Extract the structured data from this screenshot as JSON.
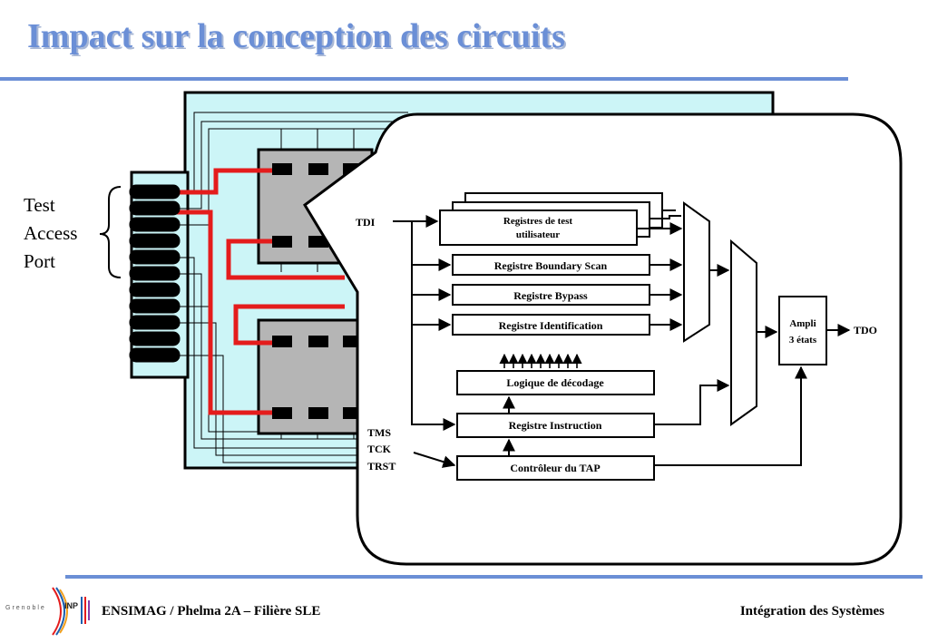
{
  "slide": {
    "title": "Impact sur la conception des circuits",
    "port_label": [
      "Test",
      "Access",
      "Port"
    ]
  },
  "diagram": {
    "inputs": {
      "tdi": "TDI",
      "tms": "TMS",
      "tck": "TCK",
      "trst": "TRST"
    },
    "output": "TDO",
    "registers": {
      "user_line1": "Registres de test",
      "user_line2": "utilisateur",
      "boundary_scan": "Registre Boundary Scan",
      "bypass": "Registre Bypass",
      "identification": "Registre Identification",
      "decoding_logic": "Logique de décodage",
      "instruction": "Registre Instruction",
      "tap_controller": "Contrôleur du TAP"
    },
    "ampli_line1": "Ampli",
    "ampli_line2": "3 états"
  },
  "footer": {
    "left": "ENSIMAG / Phelma 2A – Filière SLE",
    "right": "Intégration des Systèmes",
    "logo_word": "Grenoble",
    "logo_inp": "INP"
  },
  "colors": {
    "accent": "#6b8fd6",
    "board": "#ccf5f7",
    "trace": "#e41c1c",
    "chip": "#b5b5b5"
  }
}
